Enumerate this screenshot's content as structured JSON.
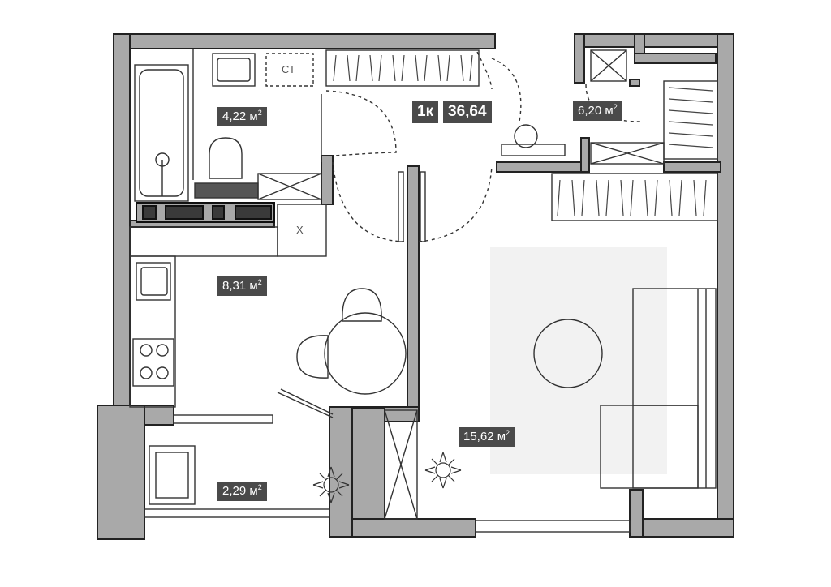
{
  "plan": {
    "layout_code": "1к",
    "total_area": "36,64",
    "area_unit": "м",
    "area_exp": "2",
    "rooms": [
      {
        "id": "bathroom",
        "area": "4,22"
      },
      {
        "id": "kitchen",
        "area": "8,31"
      },
      {
        "id": "balcony",
        "area": "2,29"
      },
      {
        "id": "hall",
        "area": "6,20"
      },
      {
        "id": "living",
        "area": "15,62"
      }
    ],
    "fixtures": {
      "washer": "СТ",
      "fridge": "Х"
    }
  }
}
